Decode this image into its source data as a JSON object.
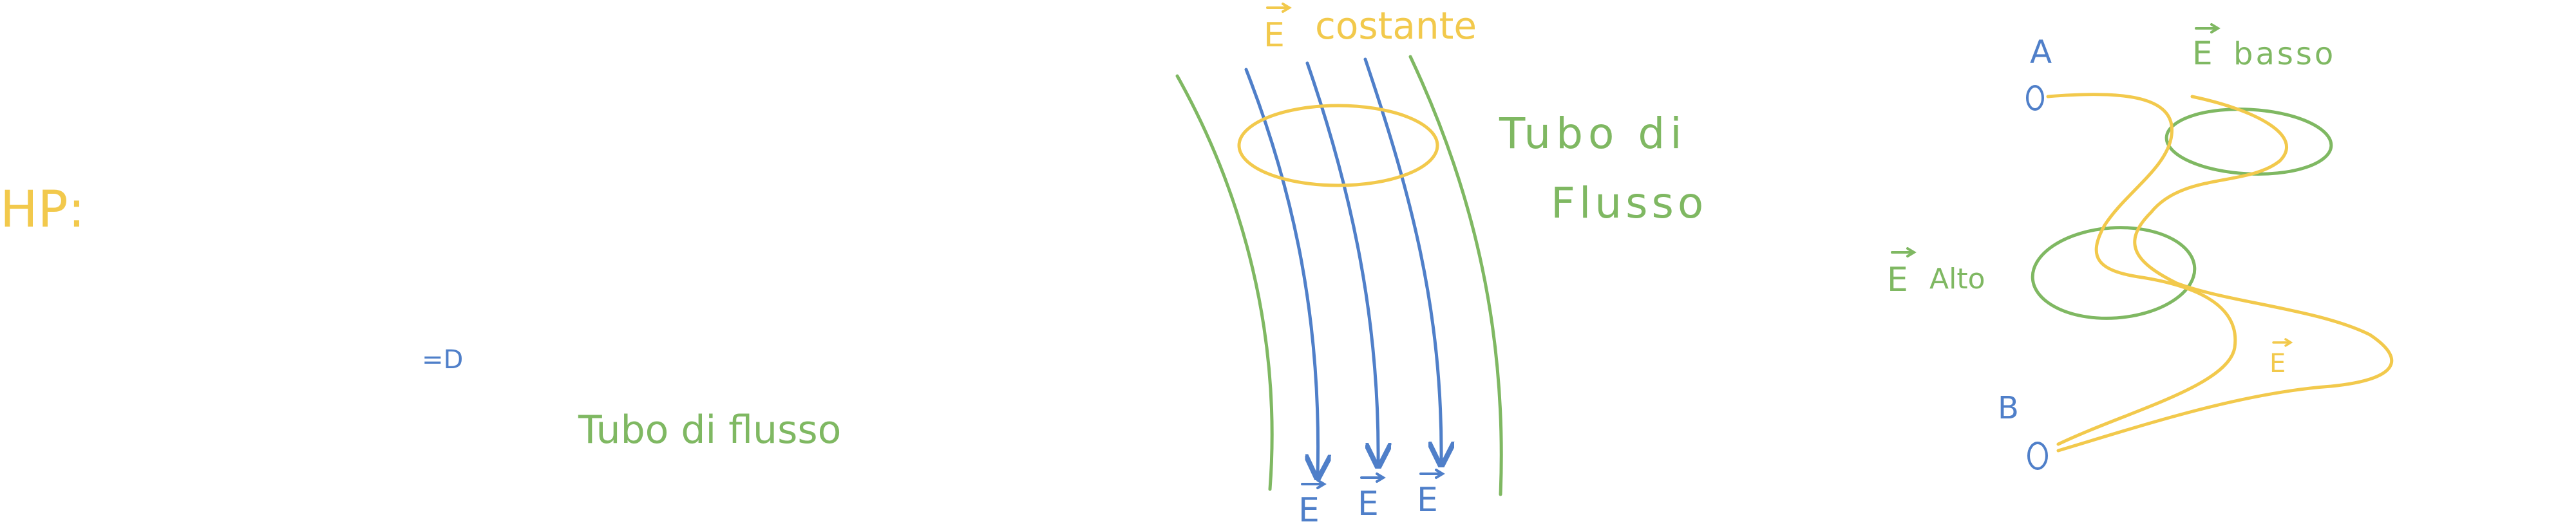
{
  "colors": {
    "yellow": "#f2c94c",
    "blue": "#4f7fc9",
    "green": "#7fb862"
  },
  "labels": {
    "hp": "HP:",
    "implies": "=D",
    "tube_phrase": "Tubo di flusso",
    "e_constant_vec": "E",
    "e_constant_word": "costante",
    "tube_title_line1": "Tubo di",
    "tube_title_line2": "Flusso",
    "e_left": "E",
    "e_mid": "E",
    "e_right": "E",
    "point_a": "A",
    "point_b": "B",
    "e_low_vec": "E",
    "e_low_word": "basso",
    "e_high_vec": "E",
    "e_high_word": "Alto",
    "e_path": "E"
  }
}
